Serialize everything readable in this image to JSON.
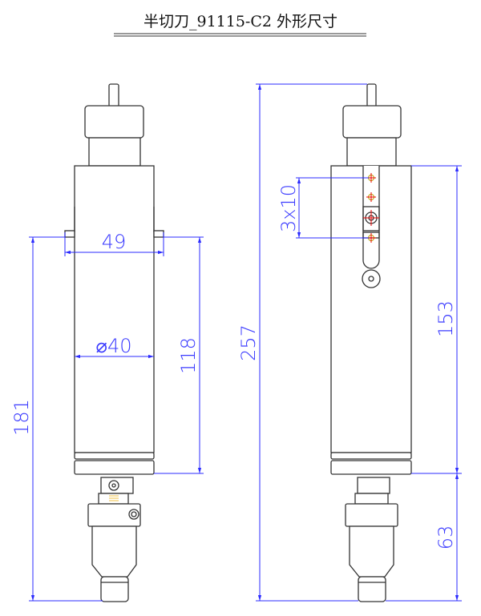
{
  "title": "半切刀_91115-C2 外形尺寸",
  "dimensions": {
    "width_tabs": "49",
    "diameter": "⌀40",
    "body_height": "118",
    "overall_left": "181",
    "overall": "257",
    "hole_pitch": "3x10",
    "upper_right": "153",
    "lower_right": "63"
  },
  "colors": {
    "dimension": "#2b2bff",
    "outline": "#333333",
    "center_mark": "#ee0000"
  }
}
